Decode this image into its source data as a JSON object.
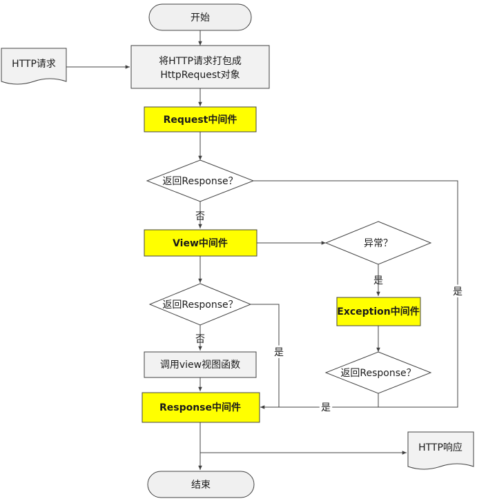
{
  "colors": {
    "terminal_fill": "#f0f0f0",
    "process_fill": "#f2f2f2",
    "middleware_fill": "#ffff00",
    "decision_fill": "#ffffff",
    "document_fill": "#f2f2f2",
    "stroke": "#404040"
  },
  "nodes": {
    "start": "开始",
    "http_request": "HTTP请求",
    "pack_line1": "将HTTP请求打包成",
    "pack_line2": "HttpRequest对象",
    "request_mw": "Request中间件",
    "decision1": "返回Response？",
    "view_mw": "View中间件",
    "exception_q": "异常？",
    "decision2": "返回Response？",
    "exception_mw": "Exception中间件",
    "call_view": "调用view视图函数",
    "decision3": "返回Response？",
    "response_mw": "Response中间件",
    "http_response": "HTTP响应",
    "end": "结束"
  },
  "edge_labels": {
    "no_1": "否",
    "yes_exception": "是",
    "yes_right": "是",
    "no_2": "否",
    "yes_middle": "是",
    "yes_bottom": "是"
  }
}
